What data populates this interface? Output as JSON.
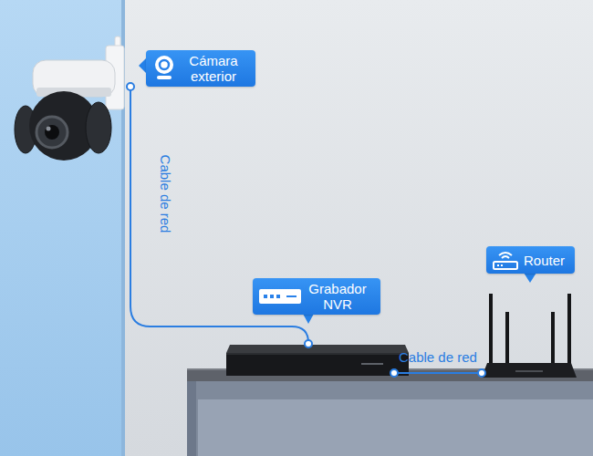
{
  "diagram": {
    "nodes": [
      {
        "text": [
          "Cámara exterior"
        ]
      },
      {
        "text": [
          "Grabador NVR"
        ]
      },
      {
        "text": [
          "Router"
        ]
      }
    ],
    "edges": [
      {
        "from": 0,
        "to": 1,
        "arrow": "none",
        "label": "Cable de red"
      },
      {
        "from": 1,
        "to": 2,
        "arrow": "none",
        "label": "Cable de red"
      }
    ]
  }
}
